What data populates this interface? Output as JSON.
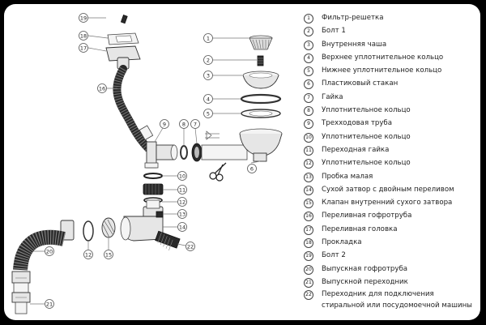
{
  "legend": {
    "items": [
      {
        "num": "1",
        "label": "Фильтр-решетка"
      },
      {
        "num": "2",
        "label": "Болт 1"
      },
      {
        "num": "3",
        "label": "Внутренняя чаша"
      },
      {
        "num": "4",
        "label": "Верхнее уплотнительное кольцо"
      },
      {
        "num": "5",
        "label": "Нижнее уплотнительное кольцо"
      },
      {
        "num": "6",
        "label": "Пластиковый стакан"
      },
      {
        "num": "7",
        "label": "Гайка"
      },
      {
        "num": "8",
        "label": "Уплотнительное кольцо"
      },
      {
        "num": "9",
        "label": "Трехходовая труба"
      },
      {
        "num": "10",
        "label": "Уплотнительное кольцо"
      },
      {
        "num": "11",
        "label": "Переходная гайка"
      },
      {
        "num": "12",
        "label": "Уплотнительное кольцо"
      },
      {
        "num": "13",
        "label": "Пробка малая"
      },
      {
        "num": "14",
        "label": "Сухой затвор с двойным переливом"
      },
      {
        "num": "15",
        "label": "Клапан внутренний сухого затвора"
      },
      {
        "num": "16",
        "label": "Переливная гофротруба"
      },
      {
        "num": "17",
        "label": "Переливная головка"
      },
      {
        "num": "18",
        "label": "Прокладка"
      },
      {
        "num": "19",
        "label": "Болт 2"
      },
      {
        "num": "20",
        "label": "Выпускная гофротруба"
      },
      {
        "num": "21",
        "label": "Выпускной переходник"
      },
      {
        "num": "22",
        "label": "Переходник для подключения стиральной или посудомоечной машины"
      }
    ]
  },
  "callouts": {
    "c1": "1",
    "c2": "2",
    "c3": "3",
    "c4": "4",
    "c5": "5",
    "c6": "6",
    "c7": "7",
    "c8": "8",
    "c9": "9",
    "c10": "10",
    "c11": "11",
    "c12a": "12",
    "c12b": "12",
    "c13": "13",
    "c14": "14",
    "c15": "15",
    "c16": "16",
    "c17": "17",
    "c18": "18",
    "c19": "19",
    "c20": "20",
    "c21": "21",
    "c22": "22"
  }
}
